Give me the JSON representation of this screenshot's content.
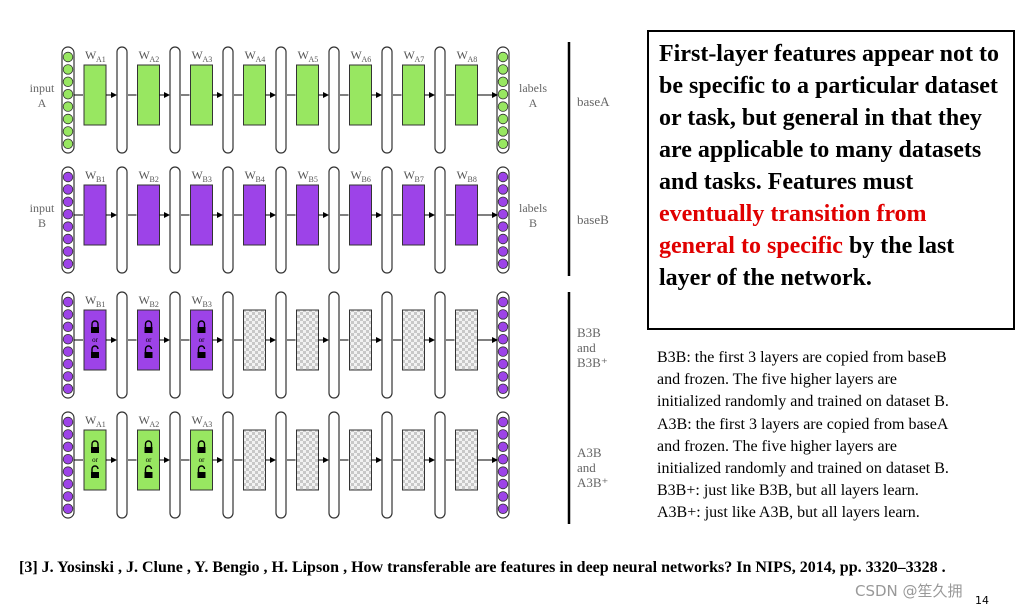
{
  "colors": {
    "green": "#98e761",
    "purple": "#9d43e8",
    "arrow": "#000000",
    "label_gray": "#666666",
    "highlight_red": "#e00000"
  },
  "figure": {
    "rows": [
      {
        "id": "baseA",
        "color": "green",
        "input_label": [
          "input",
          "A"
        ],
        "output_label": [
          "labels",
          "A"
        ],
        "weights": [
          "A1",
          "A2",
          "A3",
          "A4",
          "A5",
          "A6",
          "A7",
          "A8"
        ],
        "frozen_layers": 0
      },
      {
        "id": "baseB",
        "color": "purple",
        "input_label": [
          "input",
          "B"
        ],
        "output_label": [
          "labels",
          "B"
        ],
        "weights": [
          "B1",
          "B2",
          "B3",
          "B4",
          "B5",
          "B6",
          "B7",
          "B8"
        ],
        "frozen_layers": 0
      },
      {
        "id": "B3B",
        "color": "purple",
        "input_label": [],
        "output_label": [],
        "weights": [
          "B1",
          "B2",
          "B3"
        ],
        "frozen_layers": 3
      },
      {
        "id": "A3B",
        "color": "purple",
        "input_color": "purple",
        "block_color": "green",
        "input_label": [],
        "output_label": [],
        "weights": [
          "A1",
          "A2",
          "A3"
        ],
        "frozen_layers": 3
      }
    ],
    "weight_prefix": "W",
    "or_text": "or",
    "group_labels": {
      "baseA": "baseA",
      "baseB": "baseB",
      "b3b": [
        "B3B",
        "and",
        "B3B⁺"
      ],
      "a3b": [
        "A3B",
        "and",
        "A3B⁺"
      ]
    }
  },
  "callout": {
    "text_before": "First-layer features appear not to be specific to a particular dataset or task, but general in that they are applicable to many datasets and tasks. Features must ",
    "text_red": "eventually transition from general to specific",
    "text_after": " by the last layer of the network."
  },
  "description": [
    "B3B: the first 3 layers are copied from baseB",
    "and frozen. The five higher layers are",
    "initialized randomly and trained on dataset B.",
    "A3B: the first 3 layers are copied from baseA",
    "and frozen. The five higher layers are",
    "initialized randomly and trained on dataset B.",
    "B3B+: just like B3B, but all layers learn.",
    "A3B+: just like A3B, but all layers learn."
  ],
  "reference": "[3] J. Yosinski , J. Clune , Y. Bengio , H. Lipson , How transferable are features in deep neural networks? In NIPS, 2014, pp. 3320–3328 .",
  "watermark": "CSDN @笙久拥",
  "page_number": "14"
}
